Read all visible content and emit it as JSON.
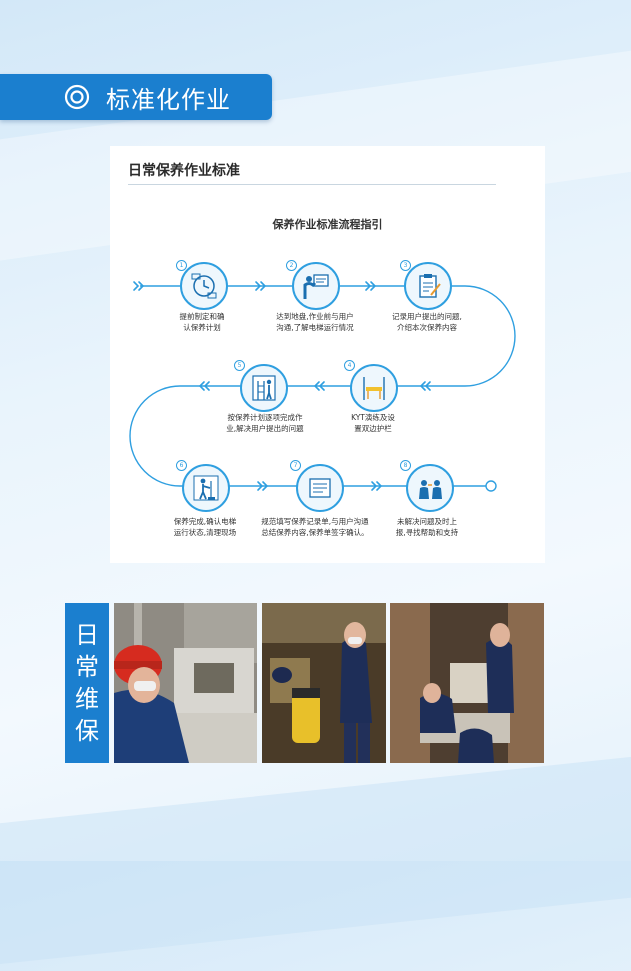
{
  "section": {
    "title": "标准化作业",
    "icon": "double-circle-icon"
  },
  "card": {
    "title": "日常保养作业标准",
    "flow_title": "保养作业标准流程指引",
    "steps": [
      {
        "num": "1",
        "icon": "plan-schedule-icon",
        "label_line1": "提前制定和确",
        "label_line2": "认保养计划"
      },
      {
        "num": "2",
        "icon": "presentation-icon",
        "label_line1": "达到地盘,作业前与用户",
        "label_line2": "沟通,了解电梯运行情况"
      },
      {
        "num": "3",
        "icon": "clipboard-icon",
        "label_line1": "记录用户提出的问题,",
        "label_line2": "介绍本次保养内容"
      },
      {
        "num": "4",
        "icon": "barrier-icon",
        "label_line1": "KYT演练及设",
        "label_line2": "置双边护栏"
      },
      {
        "num": "5",
        "icon": "ladder-worker-icon",
        "label_line1": "按保养计划逐项完成作",
        "label_line2": "业,解决用户提出的问题"
      },
      {
        "num": "6",
        "icon": "cleaning-icon",
        "label_line1": "保养完成,确认电梯",
        "label_line2": "运行状态,清理现场"
      },
      {
        "num": "7",
        "icon": "document-sign-icon",
        "label_line1": "规范填写保养记录单,与用户沟通",
        "label_line2": "总结保养内容,保养单签字确认。"
      },
      {
        "num": "8",
        "icon": "help-support-icon",
        "label_line1": "未解决问题及时上",
        "label_line2": "报,寻找帮助和支持"
      }
    ]
  },
  "maintenance": {
    "label_chars": [
      "日",
      "常",
      "维",
      "保"
    ],
    "photos": [
      "elevator-machine-room-photo",
      "elevator-pit-photo",
      "elevator-shaft-photo"
    ]
  },
  "colors": {
    "accent": "#1b7fcf",
    "flow_line": "#2f9fe0"
  }
}
